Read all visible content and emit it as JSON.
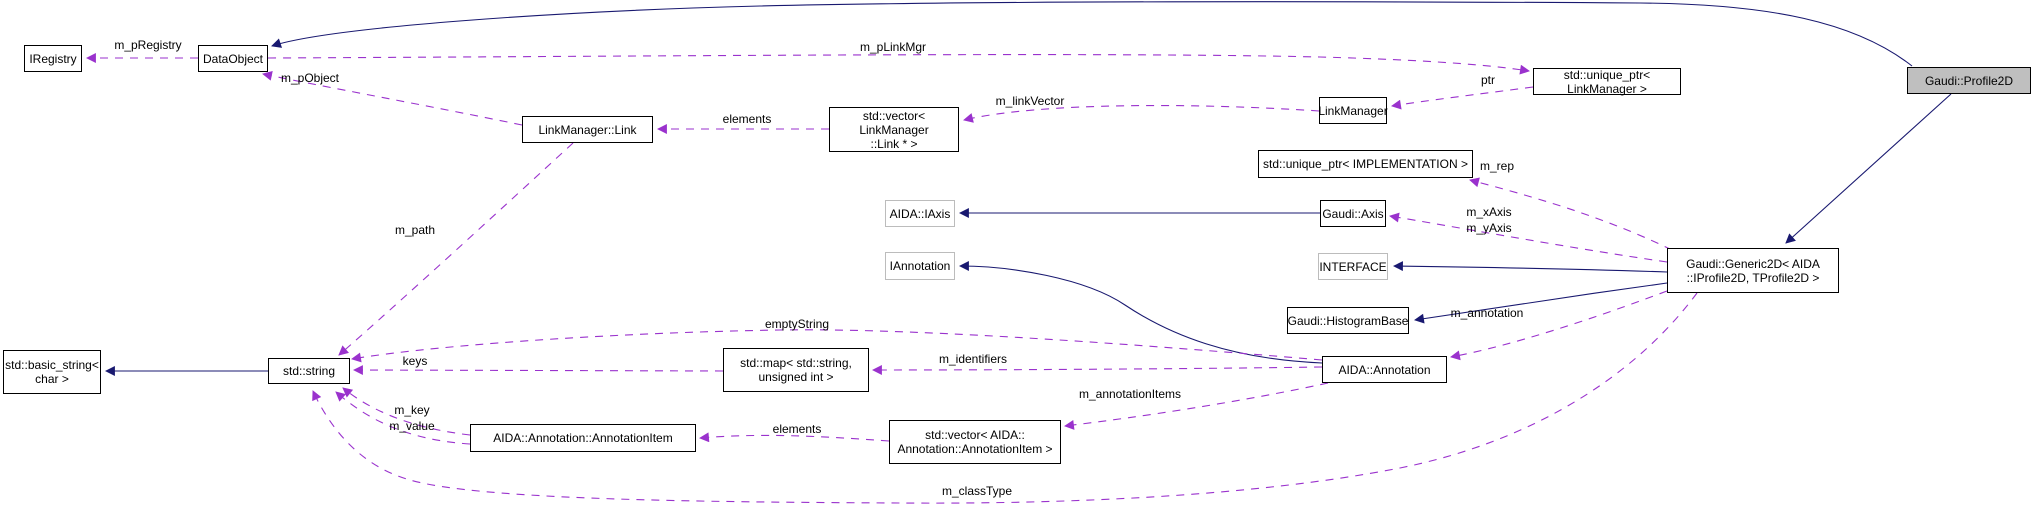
{
  "diagram": {
    "colors": {
      "inheritance_edge": "#191970",
      "usage_edge": "#9a32cd",
      "node_border": "#000000",
      "external_node_border": "#bcbcbc",
      "current_node_fill": "#bfbfbf",
      "background": "#ffffff"
    },
    "nodes": [
      {
        "id": "iregistry",
        "label": "IRegistry"
      },
      {
        "id": "dataobject",
        "label": "DataObject"
      },
      {
        "id": "linkmanager-link",
        "label": "LinkManager::Link"
      },
      {
        "id": "vector-linkmanager-link",
        "label": "std::vector< LinkManager\n::Link * >"
      },
      {
        "id": "linkmanager",
        "label": "LinkManager"
      },
      {
        "id": "unique-ptr-linkmanager",
        "label": "std::unique_ptr< LinkManager >"
      },
      {
        "id": "gaudi-profile2d",
        "label": "Gaudi::Profile2D"
      },
      {
        "id": "unique-ptr-implementation",
        "label": "std::unique_ptr< IMPLEMENTATION >"
      },
      {
        "id": "aida-iaxis",
        "label": "AIDA::IAxis"
      },
      {
        "id": "gaudi-axis",
        "label": "Gaudi::Axis"
      },
      {
        "id": "iannotation",
        "label": "IAnnotation"
      },
      {
        "id": "interface",
        "label": "INTERFACE"
      },
      {
        "id": "gaudi-generic2d",
        "label": "Gaudi::Generic2D< AIDA\n::IProfile2D, TProfile2D >"
      },
      {
        "id": "gaudi-histogrambase",
        "label": "Gaudi::HistogramBase"
      },
      {
        "id": "aida-annotation",
        "label": "AIDA::Annotation"
      },
      {
        "id": "std-basic-string",
        "label": "std::basic_string<\nchar >"
      },
      {
        "id": "std-string",
        "label": "std::string"
      },
      {
        "id": "std-map",
        "label": "std::map< std::string,\nunsigned int >"
      },
      {
        "id": "annotationitem",
        "label": "AIDA::Annotation::AnnotationItem"
      },
      {
        "id": "vector-annotationitem",
        "label": "std::vector< AIDA::\nAnnotation::AnnotationItem >"
      }
    ],
    "edge_labels": [
      {
        "id": "m-pregistry",
        "text": "m_pRegistry"
      },
      {
        "id": "m-pobject",
        "text": "m_pObject"
      },
      {
        "id": "m-plinkmgr",
        "text": "m_pLinkMgr"
      },
      {
        "id": "ptr",
        "text": "ptr"
      },
      {
        "id": "m-linkvector",
        "text": "m_linkVector"
      },
      {
        "id": "elements-top",
        "text": "elements"
      },
      {
        "id": "m-path",
        "text": "m_path"
      },
      {
        "id": "m-rep",
        "text": "m_rep"
      },
      {
        "id": "m-xaxis-m-yaxis",
        "text": "m_xAxis\nm_yAxis"
      },
      {
        "id": "m-annotation",
        "text": "m_annotation"
      },
      {
        "id": "m-identifiers",
        "text": "m_identifiers"
      },
      {
        "id": "m-annotationitems",
        "text": "m_annotationItems"
      },
      {
        "id": "elements-bottom",
        "text": "elements"
      },
      {
        "id": "m-key-m-value",
        "text": "m_key\nm_value"
      },
      {
        "id": "keys",
        "text": "keys"
      },
      {
        "id": "emptystring",
        "text": "emptyString"
      },
      {
        "id": "m-classtype",
        "text": "m_classType"
      }
    ]
  }
}
